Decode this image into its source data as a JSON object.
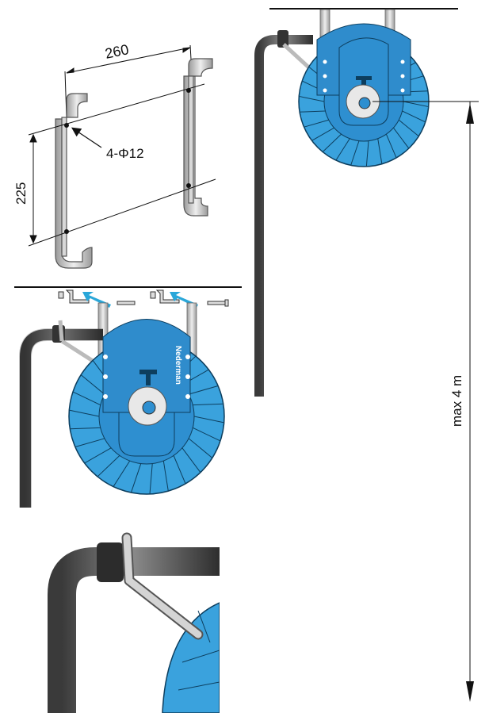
{
  "bracket_drawing": {
    "width_label": "260",
    "height_label": "225",
    "hole_label": "4-Φ12"
  },
  "mounted_view": {
    "height_label": "max 4 m"
  },
  "reel": {
    "brand_text": "Nederman",
    "colors": {
      "body_blue": "#2e8fd0",
      "blade_blue": "#3aa2dd",
      "dark_outline": "#0d3e5e",
      "hose_grey": "#5a5a5a",
      "hose_dark": "#2c2c2c",
      "bracket_grey": "#c9c9c9",
      "arrow_cyan": "#2aa7d9"
    }
  }
}
